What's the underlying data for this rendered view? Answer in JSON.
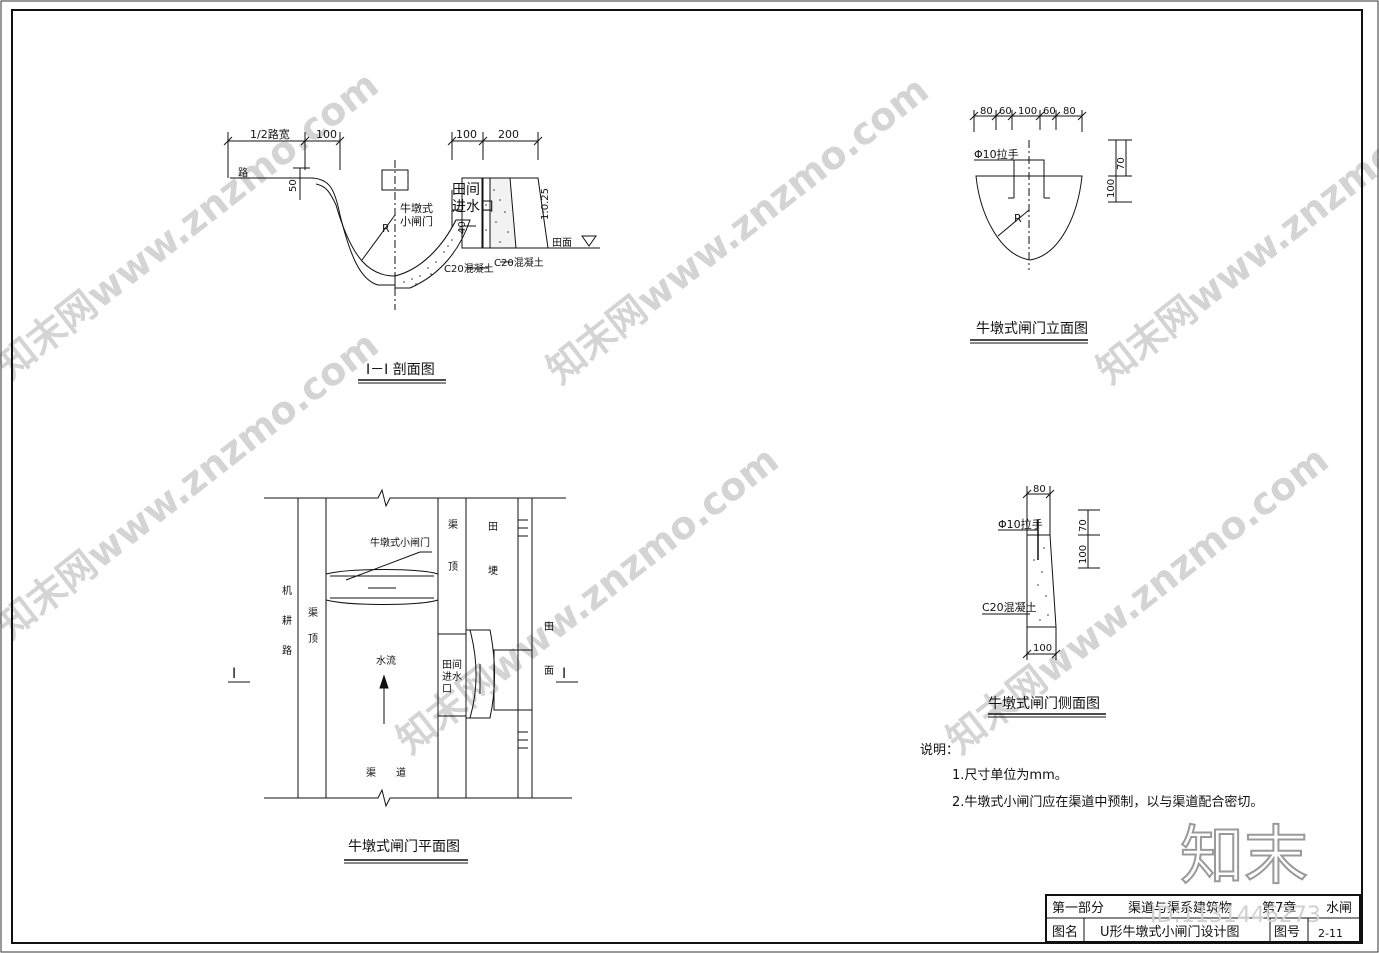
{
  "section_view": {
    "title": "I－I 剖面图",
    "dims": {
      "half_width": "1/2路宽",
      "d100a": "100",
      "d100b": "100",
      "d200": "200",
      "d50": "50",
      "d40": "40"
    },
    "labels": {
      "road": "路",
      "gate": "牛墩式\n小闸门",
      "radius": "R",
      "inlet": "田间\n进水口",
      "slope": "1:0.25",
      "concrete1": "C20混凝土",
      "concrete2": "C20混凝土",
      "field": "田面"
    }
  },
  "elevation_view": {
    "title": "牛墩式闸门立面图",
    "dims": [
      "80",
      "60",
      "100",
      "60",
      "80"
    ],
    "height_dims": {
      "top": "70",
      "total": "100"
    },
    "handle": "Φ10拉手",
    "radius": "R"
  },
  "side_view": {
    "title": "牛墩式闸门侧面图",
    "top_dim": "80",
    "bottom_dim": "100",
    "height_dims": {
      "top": "70",
      "total": "100"
    },
    "handle": "Φ10拉手",
    "concrete": "C20混凝土"
  },
  "plan_view": {
    "title": "牛墩式闸门平面图",
    "gate": "牛墩式小闸门",
    "road": "机耕路",
    "canal_top_left": "渠顶",
    "canal_top_right": "渠顶",
    "field_ridge": "田埂",
    "field_surface": "田面",
    "flow": "水流",
    "inlet": "田间\n进水\n口",
    "canal": "渠　　道",
    "section_mark_left": "I",
    "section_mark_right": "I"
  },
  "notes": {
    "heading": "说明：",
    "items": [
      "1.尺寸单位为mm。",
      "2.牛墩式小闸门应在渠道中预制，以与渠道配合密切。"
    ]
  },
  "title_block": {
    "part": "第一部分",
    "chapter": "渠道与渠系建筑物",
    "section": "第7章",
    "topic": "水闸",
    "name_label": "图名",
    "drawing_name": "U形牛墩式小闸门设计图",
    "number_label": "图号",
    "drawing_number": "2-11"
  },
  "watermarks": {
    "site": "知末网www.znzmo.com",
    "brand": "知末",
    "id": "ID:1131446273"
  }
}
